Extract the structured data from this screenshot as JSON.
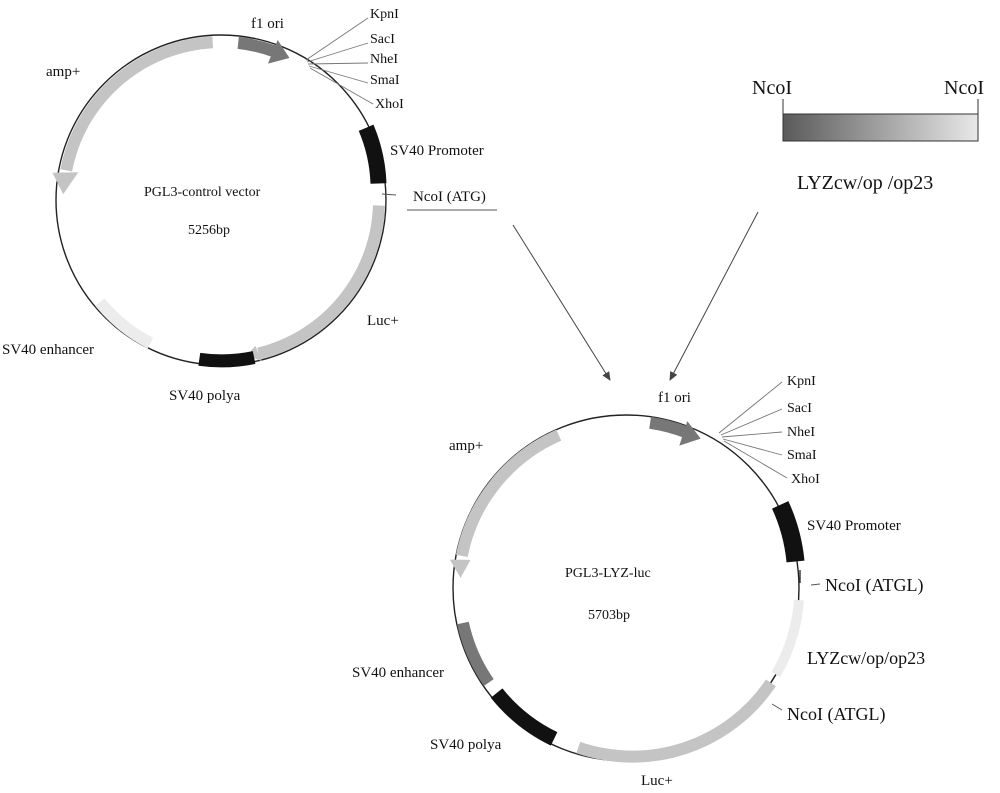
{
  "insert": {
    "left_site": "NcoI",
    "right_site": "NcoI",
    "name": "LYZcw/op /op23"
  },
  "plasmid_a": {
    "name": "PGL3-control vector",
    "size": "5256bp",
    "features": {
      "f1_ori": "f1 ori",
      "amp": "amp+",
      "sv40_promoter": "SV40 Promoter",
      "ncoi": "NcoI (ATG)",
      "luc": "Luc+",
      "sv40_polya": "SV40 polya",
      "sv40_enhancer": "SV40 enhancer"
    },
    "mcs": [
      "KpnI",
      "SacI",
      "NheI",
      "SmaI",
      "XhoI"
    ]
  },
  "plasmid_b": {
    "name": "PGL3-LYZ-luc",
    "size": "5703bp",
    "features": {
      "f1_ori": "f1 ori",
      "amp": "amp+",
      "sv40_promoter": "SV40 Promoter",
      "ncoi_top": "NcoI (ATGL)",
      "lyz": "LYZcw/op/op23",
      "ncoi_bottom": "NcoI (ATGL)",
      "luc": "Luc+",
      "sv40_polya": "SV40 polya",
      "sv40_enhancer": "SV40 enhancer"
    },
    "mcs": [
      "KpnI",
      "SacI",
      "NheI",
      "SmaI",
      "XhoI"
    ]
  }
}
